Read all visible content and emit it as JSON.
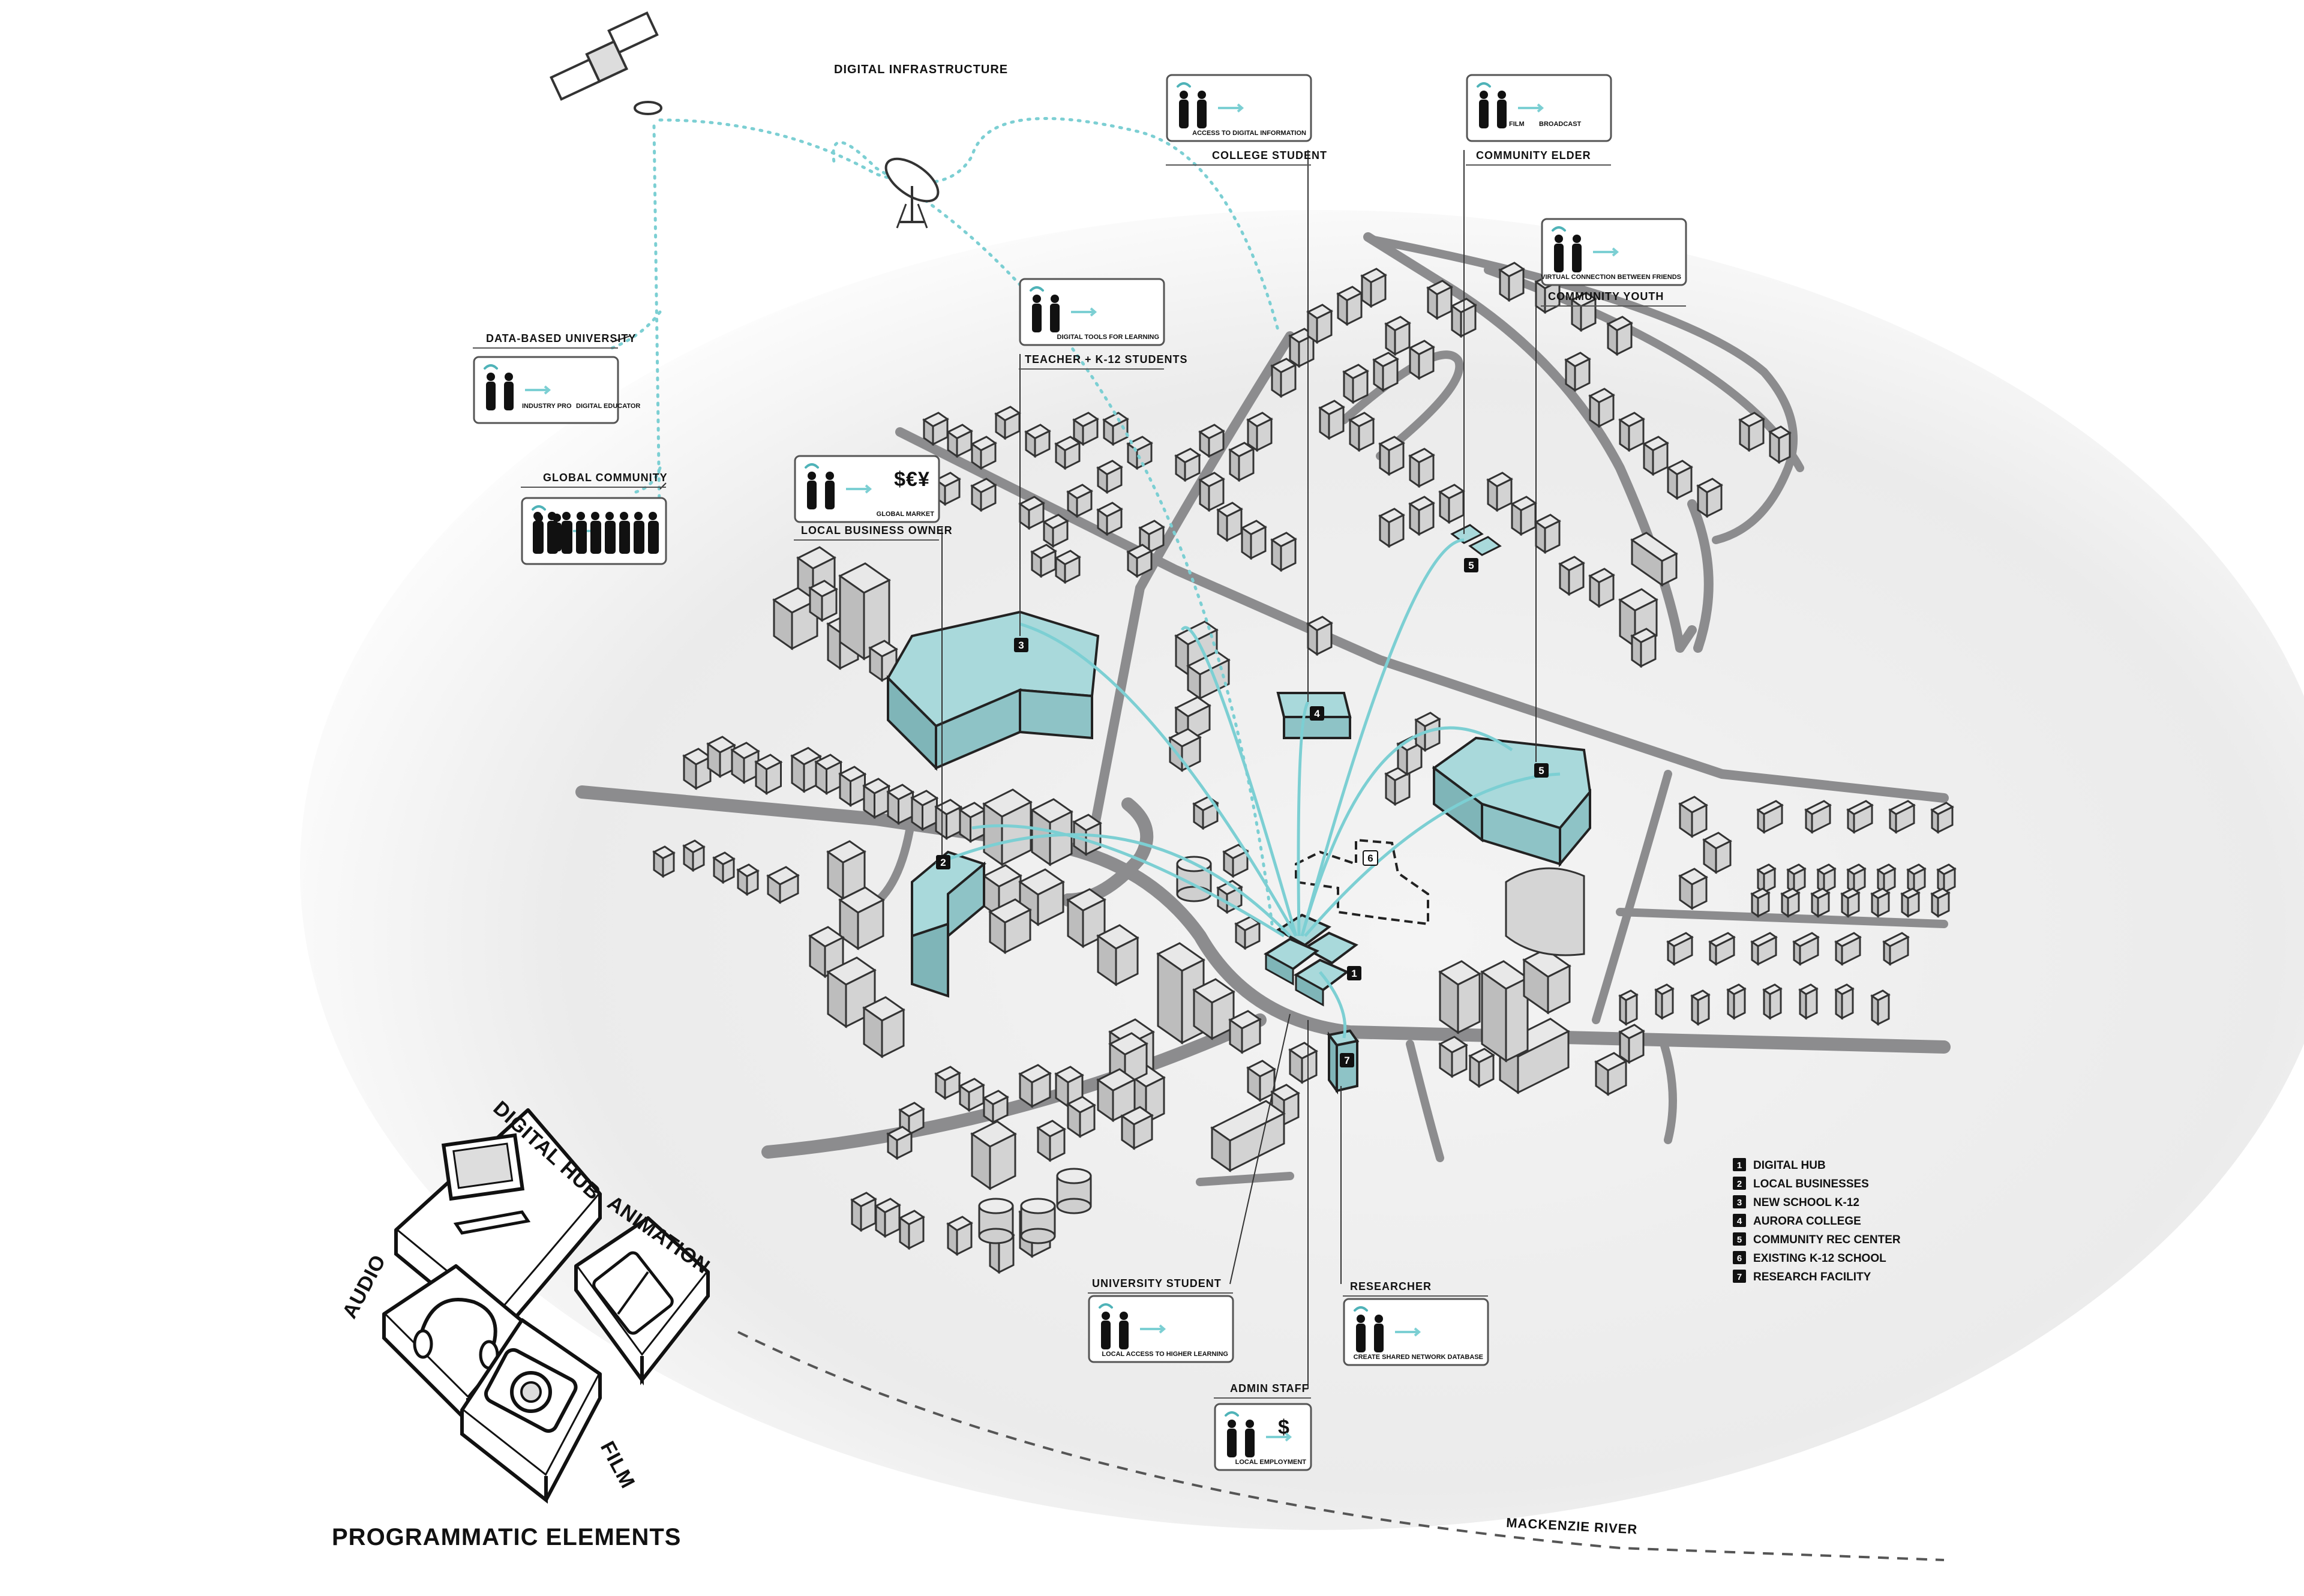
{
  "title": "PROGRAMMATIC ELEMENTS",
  "top_label": "DIGITAL INFRASTRUCTURE",
  "river_label": "MACKENZIE RIVER",
  "colors": {
    "accent_building": "#a9d9db",
    "network_line": "#7ccfd3",
    "road": "#8c8c8e",
    "building_gray": "#d7d7d7"
  },
  "callouts": [
    {
      "name": "data-based-university",
      "title": "DATA-BASED UNIVERSITY",
      "caption": "",
      "sub1": "INDUSTRY PRO",
      "sub2": "DIGITAL EDUCATOR"
    },
    {
      "name": "global-community",
      "title": "GLOBAL COMMUNITY",
      "caption": ""
    },
    {
      "name": "local-business-owner",
      "title": "LOCAL BUSINESS OWNER",
      "caption": "GLOBAL MARKET",
      "symbol": "$€¥"
    },
    {
      "name": "teacher-k12",
      "title": "TEACHER + K-12 STUDENTS",
      "caption": "DIGITAL TOOLS FOR LEARNING"
    },
    {
      "name": "college-student",
      "title": "COLLEGE STUDENT",
      "caption": "ACCESS TO DIGITAL INFORMATION"
    },
    {
      "name": "community-elder",
      "title": "COMMUNITY ELDER",
      "caption": "",
      "sub1": "FILM",
      "sub2": "BROADCAST"
    },
    {
      "name": "community-youth",
      "title": "COMMUNITY YOUTH",
      "caption": "VIRTUAL CONNECTION BETWEEN FRIENDS"
    },
    {
      "name": "university-student",
      "title": "UNIVERSITY STUDENT",
      "caption": "LOCAL ACCESS TO HIGHER LEARNING"
    },
    {
      "name": "researcher",
      "title": "RESEARCHER",
      "caption": "CREATE SHARED NETWORK DATABASE"
    },
    {
      "name": "admin-staff",
      "title": "ADMIN STAFF",
      "caption": "LOCAL EMPLOYMENT",
      "symbol": "$"
    }
  ],
  "legend": [
    {
      "num": "1",
      "label": "DIGITAL HUB"
    },
    {
      "num": "2",
      "label": "LOCAL BUSINESSES"
    },
    {
      "num": "3",
      "label": "NEW SCHOOL K-12"
    },
    {
      "num": "4",
      "label": "AURORA COLLEGE"
    },
    {
      "num": "5",
      "label": "COMMUNITY REC CENTER"
    },
    {
      "num": "6",
      "label": "EXISTING K-12 SCHOOL"
    },
    {
      "num": "7",
      "label": "RESEARCH FACILITY"
    }
  ],
  "markers": [
    "1",
    "2",
    "3",
    "4",
    "5",
    "6",
    "7"
  ],
  "programs": [
    {
      "name": "digital-hub",
      "label": "DIGITAL HUB",
      "icon": "computer-icon"
    },
    {
      "name": "animation",
      "label": "ANIMATION",
      "icon": "tablet-icon"
    },
    {
      "name": "audio",
      "label": "AUDIO",
      "icon": "headphones-icon"
    },
    {
      "name": "film",
      "label": "FILM",
      "icon": "camera-icon"
    }
  ]
}
